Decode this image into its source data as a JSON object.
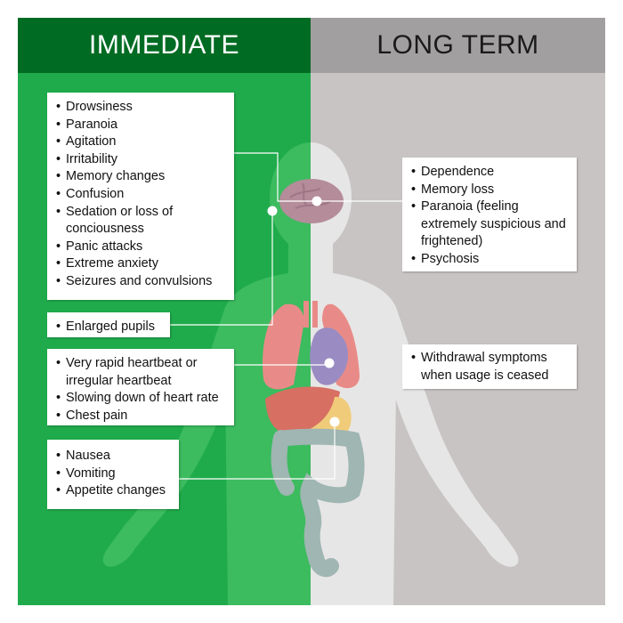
{
  "headers": {
    "immediate": "IMMEDIATE",
    "long_term": "LONG TERM"
  },
  "immediate": {
    "cns_effects": [
      "Drowsiness",
      "Paranoia",
      "Agitation",
      "Irritability",
      "Memory changes",
      "Confusion",
      "Sedation or loss of conciousness",
      "Panic attacks",
      "Extreme anxiety",
      "Seizures and convulsions"
    ],
    "eye_effects": [
      "Enlarged pupils"
    ],
    "heart_effects": [
      "Very rapid heartbeat or irregular heartbeat",
      "Slowing down of heart rate",
      "Chest pain"
    ],
    "digestive_effects": [
      "Nausea",
      "Vomiting",
      "Appetite changes"
    ]
  },
  "long_term": {
    "brain_effects": [
      "Dependence",
      "Memory loss",
      "Paranoia (feeling extremely suspicious and frightened)",
      "Psychosis"
    ],
    "body_effects": [
      "Withdrawal symptoms when usage is ceased"
    ]
  },
  "colors": {
    "immediate_header": "#006b22",
    "immediate_panel": "#1fab4b",
    "long_term_header": "#a19f9f",
    "long_term_panel": "#c8c4c4",
    "brain": "#b48c9a",
    "lungs": "#e88b88",
    "heart": "#9a8cc2",
    "liver": "#d86f63",
    "stomach": "#f0cc7a",
    "intestines": "#9fb6b2"
  }
}
